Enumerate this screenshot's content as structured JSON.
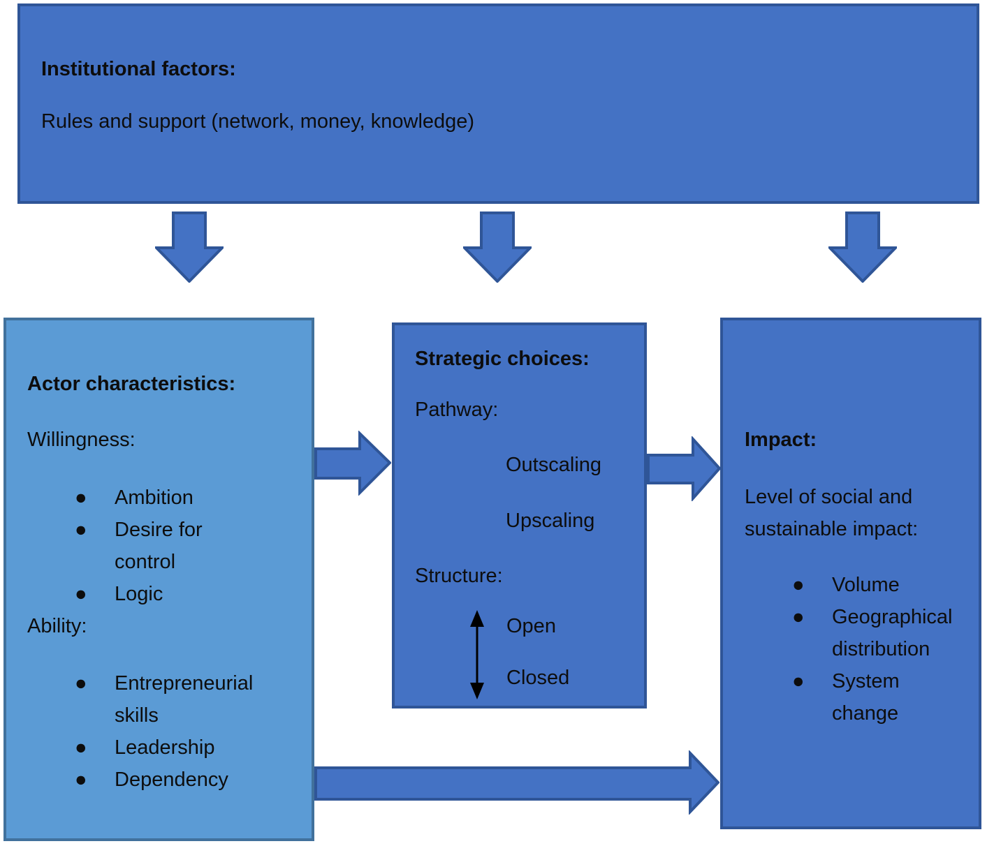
{
  "diagram": {
    "top_box": {
      "title": "Institutional factors:",
      "body": "Rules and support (network, money, knowledge)"
    },
    "left_box": {
      "title": "Actor characteristics:",
      "groups": [
        {
          "heading": "Willingness:",
          "items": [
            "Ambition",
            "Desire for control",
            "Logic"
          ]
        },
        {
          "heading": "Ability:",
          "items": [
            "Entrepreneurial skills",
            "Leadership",
            "Dependency"
          ]
        }
      ]
    },
    "middle_box": {
      "title": "Strategic choices:",
      "pathway_heading": "Pathway:",
      "pathway_options": [
        "Outscaling",
        "Upscaling"
      ],
      "structure_heading": "Structure:",
      "structure_options": [
        "Open",
        "Closed"
      ]
    },
    "right_box": {
      "title": "Impact:",
      "body": "Level of social and sustainable impact:",
      "items": [
        "Volume",
        "Geographical distribution",
        "System change"
      ]
    },
    "bullet_glyph": "●",
    "colors": {
      "dark_box_fill": "#4472C4",
      "dark_box_border": "#2F5597",
      "light_box_fill": "#5B9BD5",
      "light_box_border": "#41719C",
      "arrow_fill": "#4472C4",
      "arrow_border": "#2F5597",
      "structure_arrow": "#000000",
      "text": "#0D0D0D",
      "background": "#FFFFFF"
    }
  }
}
